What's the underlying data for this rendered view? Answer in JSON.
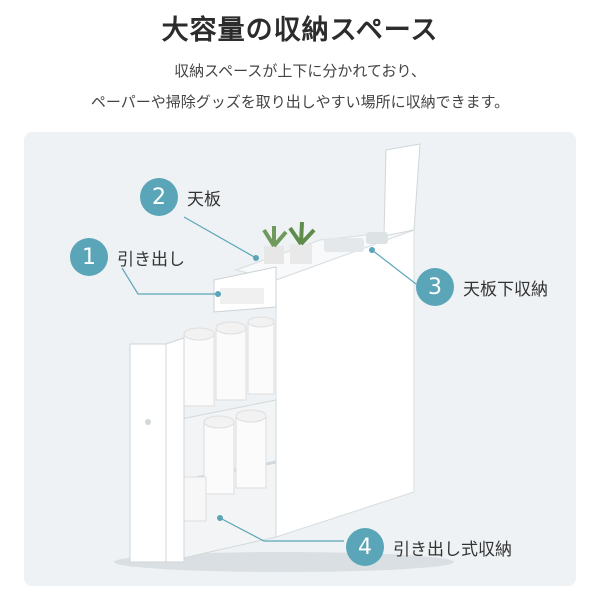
{
  "title": "大容量の収納スペース",
  "subtitle_lines": [
    "収納スペースが上下に分かれており、",
    "ペーパーや掃除グッズを取り出しやすい場所に収納できます。"
  ],
  "callouts": [
    {
      "num": "1",
      "label": "引き出し"
    },
    {
      "num": "2",
      "label": "天板"
    },
    {
      "num": "3",
      "label": "天板下収納"
    },
    {
      "num": "4",
      "label": "引き出し式収納"
    }
  ],
  "colors": {
    "accent": "#5aa6b8",
    "panel_bg": "#eef2f4",
    "cabinet": "#ffffff"
  }
}
